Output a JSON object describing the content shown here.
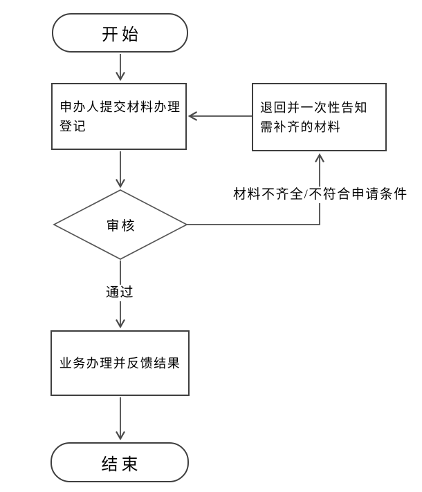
{
  "flowchart": {
    "nodes": {
      "start": {
        "shape": "terminator",
        "label": "开始"
      },
      "submit": {
        "shape": "process",
        "label": "申办人提交材料办理登记"
      },
      "return_materials": {
        "shape": "process",
        "label": "退回并一次性告知需补齐的材料"
      },
      "review": {
        "shape": "decision",
        "label": "审核"
      },
      "handle_feedback": {
        "shape": "process",
        "label": "业务办理并反馈结果"
      },
      "end": {
        "shape": "terminator",
        "label": "结束"
      }
    },
    "edge_labels": {
      "approve": "通过",
      "reject": "材料不齐全/不符合申请条件"
    },
    "edges": [
      {
        "from": "start",
        "to": "submit",
        "label": ""
      },
      {
        "from": "submit",
        "to": "review",
        "label": ""
      },
      {
        "from": "review",
        "to": "return_materials",
        "label": "材料不齐全/不符合申请条件"
      },
      {
        "from": "return_materials",
        "to": "submit",
        "label": ""
      },
      {
        "from": "review",
        "to": "handle_feedback",
        "label": "通过"
      },
      {
        "from": "handle_feedback",
        "to": "end",
        "label": ""
      }
    ],
    "colors": {
      "line": "#4a4a4a",
      "border": "#3e3e3e",
      "text": "#000000",
      "background": "#ffffff"
    }
  }
}
